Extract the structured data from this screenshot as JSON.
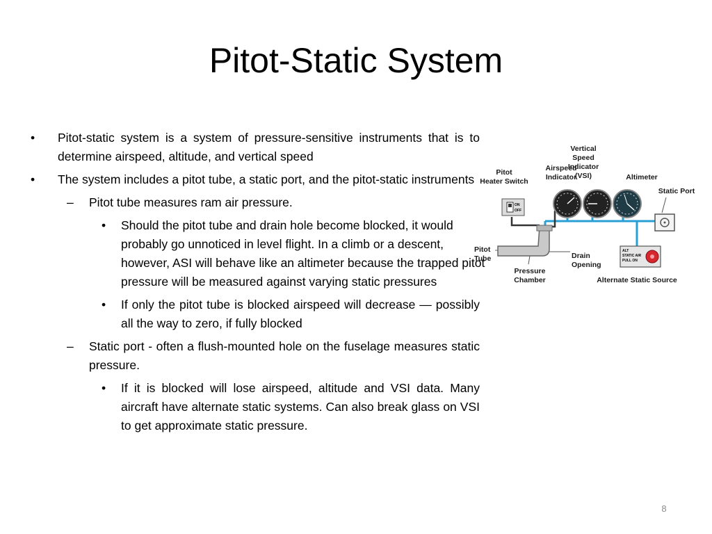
{
  "slide": {
    "title": "Pitot-Static System",
    "page_number": "8",
    "bullets": [
      {
        "level": 1,
        "marker": "•",
        "text": "Pitot-static system is a system of pressure-sensitive instruments that is to determine airspeed, altitude, and vertical speed"
      },
      {
        "level": 1,
        "marker": "•",
        "text": "The system includes a pitot tube, a static port, and the pitot-static instruments"
      },
      {
        "level": 2,
        "marker": "–",
        "text": "Pitot tube measures ram air pressure."
      },
      {
        "level": 3,
        "marker": "•",
        "text": "Should the pitot tube and drain hole become blocked, it would probably go unnoticed in level flight. In a climb or a descent, however, ASI will behave like an altimeter because the trapped pitot pressure will be measured against varying static pressures"
      },
      {
        "level": 3,
        "marker": "•",
        "text": "If only the pitot tube is blocked airspeed will decrease — possibly all the way to zero, if fully blocked"
      },
      {
        "level": 2,
        "marker": "–",
        "text": "Static port - often a flush-mounted hole on the fuselage measures static pressure."
      },
      {
        "level": 3,
        "marker": "•",
        "text": "If it is blocked will lose airspeed, altitude and VSI data. Many aircraft have alternate static systems.  Can also break glass on VSI to get approximate static pressure."
      }
    ]
  },
  "diagram": {
    "labels": {
      "vsi_line1": "Vertical",
      "vsi_line2": "Speed",
      "vsi_line3": "Indicator",
      "vsi_line4": "(VSI)",
      "asi_line1": "Airspeed",
      "asi_line2": "Indicator",
      "pitot_switch_line1": "Pitot",
      "pitot_switch_line2": "Heater Switch",
      "altimeter": "Altimeter",
      "static_port": "Static Port",
      "pitot_tube_line1": "Pitot",
      "pitot_tube_line2": "Tube",
      "drain_line1": "Drain",
      "drain_line2": "Opening",
      "pressure_line1": "Pressure",
      "pressure_line2": "Chamber",
      "alternate_static": "Alternate Static Source",
      "switch_on": "ON",
      "switch_off": "OFF",
      "alt_line1": "ALT",
      "alt_line2": "STATIC AIR",
      "alt_line3": "PULL ON"
    },
    "colors": {
      "static_line": "#2a9fd6",
      "pitot_line": "#333333",
      "alternate_knob": "#d8262e"
    }
  }
}
